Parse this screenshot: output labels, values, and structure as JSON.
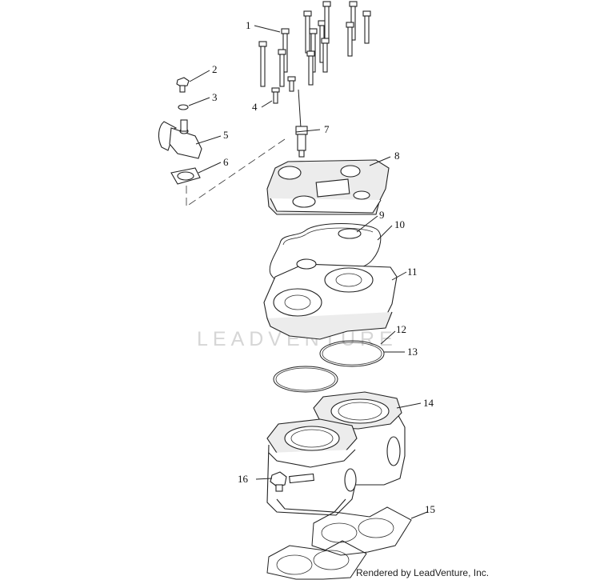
{
  "watermark": "LEADVENTURE",
  "credit": "Rendered by LeadVenture, Inc.",
  "callouts": [
    "1",
    "2",
    "3",
    "4",
    "5",
    "6",
    "7",
    "8",
    "9",
    "10",
    "11",
    "12",
    "13",
    "14",
    "15",
    "16"
  ],
  "colors": {
    "line": "#222222",
    "watermark": "#d6d6d6",
    "background": "#ffffff"
  }
}
